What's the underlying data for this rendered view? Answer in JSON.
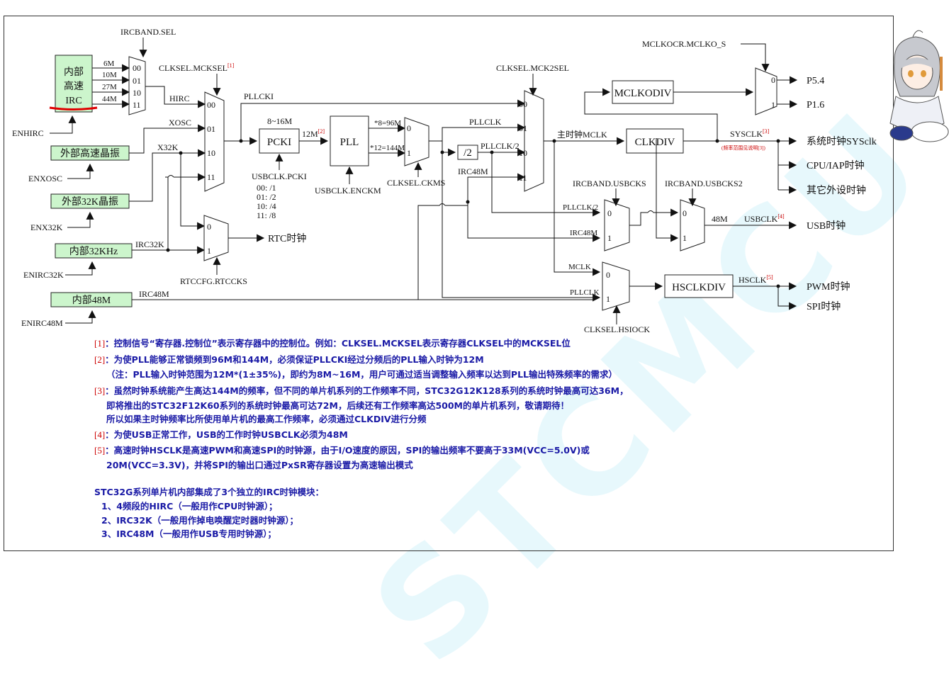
{
  "blocks": {
    "hirc": [
      "内部",
      "高速",
      "IRC"
    ],
    "ext_hs": "外部高速晶振",
    "ext_32k": "外部32K晶振",
    "int_32k": "内部32KHz",
    "int_48m": "内部48M",
    "pcki": "PCKI",
    "pll": "PLL",
    "clkdiv": "CLKDIV",
    "mclkodiv": "MCLKODIV",
    "hsclkdiv": "HSCLKDIV",
    "div2": "/2"
  },
  "enables": {
    "enhirc": "ENHIRC",
    "enxosc": "ENXOSC",
    "enx32k": "ENX32K",
    "enirc32k": "ENIRC32K",
    "enirc48m": "ENIRC48M"
  },
  "controls": {
    "ircband_sel": "IRCBAND.SEL",
    "mcksel": "CLKSEL.MCKSEL",
    "mcksel_ref": "[1]",
    "mck2sel": "CLKSEL.MCK2SEL",
    "mclko": "MCLKOCR.MCLKO_S",
    "usbclk_pcki": "USBCLK.PCKI",
    "usbclk_enckm": "USBCLK.ENCKM",
    "clksel_ckms": "CLKSEL.CKMS",
    "ircband_usbcks": "IRCBAND.USBCKS",
    "ircband_usbcks2": "IRCBAND.USBCKS2",
    "rtccfg": "RTCCFG.RTCCKS",
    "hsiock": "CLKSEL.HSIOCK"
  },
  "signals": {
    "freqs": [
      "6M",
      "10M",
      "27M",
      "44M"
    ],
    "hirc": "HIRC",
    "xosc": "XOSC",
    "x32k": "X32K",
    "irc32k": "IRC32K",
    "irc48m": "IRC48M",
    "pllcki": "PLLCKI",
    "pcki_range": "8~16M",
    "pcki_out": "12M",
    "pcki_out_ref": "[2]",
    "pll_96": "*8=96M",
    "pll_144": "*12=144M",
    "pllclk": "PLLCLK",
    "pllclk2": "PLLCLK/2",
    "main_mclk": "主时钟MCLK",
    "mclk": "MCLK",
    "sysclk": "SYSCLK",
    "sysclk_ref": "[3]",
    "sysclk_note": "(频率范围见说明[3])",
    "usbclk": "USBCLK",
    "usbclk_ref": "[4]",
    "m48": "48M",
    "hsclk": "HSCLK",
    "hsclk_ref": "[5]"
  },
  "mux_inputs": {
    "ircband": [
      "00",
      "01",
      "10",
      "11"
    ],
    "mcksel": [
      "00",
      "01",
      "10",
      "11"
    ],
    "mck2sel": [
      "00",
      "01",
      "10",
      "11"
    ],
    "binary": [
      "0",
      "1"
    ]
  },
  "pcki_div": [
    "00:  /1",
    "01:  /2",
    "10:  /4",
    "11:  /8"
  ],
  "outputs": {
    "p54": "P5.4",
    "p16": "P1.6",
    "sysclk_out": "系统时钟SYSclk",
    "cpu_iap": "CPU/IAP时钟",
    "periph": "其它外设时钟",
    "usb": "USB时钟",
    "rtc": "RTC时钟",
    "pwm": "PWM时钟",
    "spi": "SPI时钟"
  },
  "notes": [
    {
      "mark": "[1]",
      "text": "：控制信号“寄存器.控制位”表示寄存器中的控制位。例如：CLKSEL.MCKSEL表示寄存器CLKSEL中的MCKSEL位"
    },
    {
      "mark": "[2]",
      "text": "：为使PLL能够正常锁频到96M和144M，必须保证PLLCKI经过分频后的PLL输入时钟为12M"
    },
    {
      "mark": "",
      "text": "（注：PLL输入时钟范围为12M*(1±35%)，即约为8M~16M，用户可通过适当调整输入频率以达到PLL输出特殊频率的需求）"
    },
    {
      "mark": "[3]",
      "text": "：虽然时钟系统能产生高达144M的频率，但不同的单片机系列的工作频率不同，STC32G12K128系列的系统时钟最高可达36M，"
    },
    {
      "mark": "",
      "text": "即将推出的STC32F12K60系列的系统时钟最高可达72M，后续还有工作频率高达500M的单片机系列，敬请期待！"
    },
    {
      "mark": "",
      "text": "所以如果主时钟频率比所使用单片机的最高工作频率，必须通过CLKDIV进行分频"
    },
    {
      "mark": "[4]",
      "text": "：为使USB正常工作，USB的工作时钟USBCLK必须为48M"
    },
    {
      "mark": "[5]",
      "text": "：高速时钟HSCLK是高速PWM和高速SPI的时钟源，由于I/O速度的原因，SPI的输出频率不要高于33M(VCC=5.0V)或"
    },
    {
      "mark": "",
      "text": "20M(VCC=3.3V)，并将SPI的输出口通过PxSR寄存器设置为高速输出模式"
    }
  ],
  "irc_summary": {
    "title": "STC32G系列单片机内部集成了3个独立的IRC时钟模块：",
    "items": [
      "1、4频段的HIRC（一般用作CPU时钟源）；",
      "2、IRC32K（一般用作掉电唤醒定时器时钟源）；",
      "3、IRC48M（一般用作USB专用时钟源）；"
    ]
  },
  "watermark": "STCMCU",
  "colors": {
    "block_fill": "#ccf5cc",
    "note_text": "#1a1aa6",
    "ref_mark": "#cc0000",
    "hirc_underline": "#e00000",
    "watermark": "#78d7f0"
  }
}
